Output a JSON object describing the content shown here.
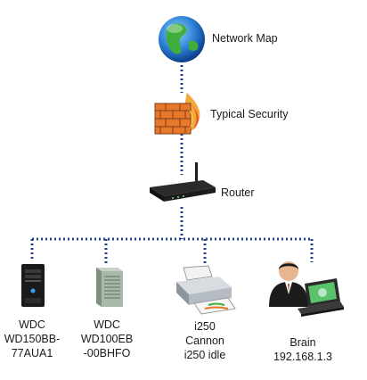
{
  "nodes": {
    "network_map": {
      "label": "Network Map",
      "icon": "globe-icon"
    },
    "security": {
      "label": "Typical Security",
      "icon": "firewall-icon"
    },
    "router": {
      "label": "Router",
      "icon": "router-icon"
    },
    "devices": [
      {
        "icon": "server-tower-icon",
        "lines": [
          "WDC",
          "WD150BB-",
          "77AUA1"
        ]
      },
      {
        "icon": "server-case-icon",
        "lines": [
          "WDC",
          "WD100EB",
          "-00BHFO"
        ]
      },
      {
        "icon": "printer-icon",
        "lines": [
          "i250",
          "Cannon",
          "i250 idle"
        ]
      },
      {
        "icon": "user-laptop-icon",
        "lines": [
          "Brain",
          "192.168.1.3"
        ]
      }
    ]
  },
  "colors": {
    "link": "#1f3f8f",
    "globe_blue": "#2a7fd4",
    "globe_green": "#3fae3a",
    "firewall_orange": "#e8792a",
    "router_black": "#1c1c1c"
  }
}
